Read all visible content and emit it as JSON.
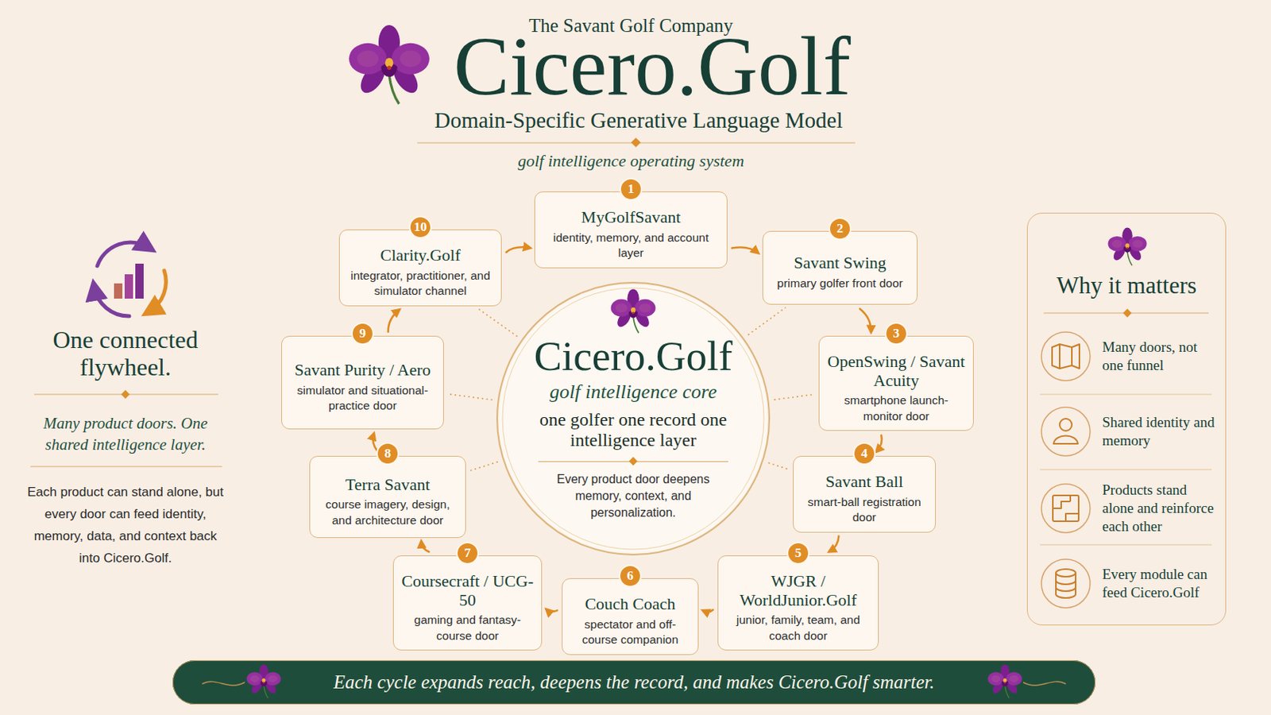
{
  "diagram": {
    "title": "Cicero.Golf",
    "nodes": [
      {
        "text": [
          "MyGolfSavant",
          "identity, memory, and account layer"
        ]
      },
      {
        "text": [
          "Savant Swing",
          "primary golfer front door"
        ]
      },
      {
        "text": [
          "OpenSwing / Savant Acuity",
          "smartphone launch-monitor door"
        ]
      },
      {
        "text": [
          "Savant Ball",
          "smart-ball registration door"
        ]
      },
      {
        "text": [
          "WJGR / WorldJunior.Golf",
          "junior, family, team, and coach door"
        ]
      },
      {
        "text": [
          "Couch Coach",
          "spectator and off-course companion"
        ]
      },
      {
        "text": [
          "Coursecraft / UCG-50",
          "gaming and fantasy-course door"
        ]
      },
      {
        "text": [
          "Terra Savant",
          "course imagery, design, and architecture door"
        ]
      },
      {
        "text": [
          "Savant Purity / Aero",
          "simulator and situational-practice door"
        ]
      },
      {
        "text": [
          "Clarity.Golf",
          "integrator, practitioner, and simulator channel"
        ]
      },
      {
        "text": [
          "Cicero.Golf",
          "golf intelligence core",
          "one golfer one record one intelligence layer",
          "Every product door deepens memory, context, and personalization."
        ]
      },
      {
        "text": [
          "Why it matters",
          "Many doors, not one funnel",
          "Shared identity and memory",
          "Products stand alone and reinforce each other",
          "Every module can feed Cicero.Golf"
        ]
      },
      {
        "text": [
          "Each cycle expands reach, deepens the record, and makes Cicero.Golf smarter."
        ]
      }
    ],
    "edges": [
      {
        "from": 0,
        "to": 1,
        "arrow": "to"
      },
      {
        "from": 1,
        "to": 2,
        "arrow": "to"
      },
      {
        "from": 2,
        "to": 3,
        "arrow": "to"
      },
      {
        "from": 3,
        "to": 4,
        "arrow": "to"
      },
      {
        "from": 4,
        "to": 5,
        "arrow": "to"
      },
      {
        "from": 5,
        "to": 6,
        "arrow": "to"
      },
      {
        "from": 6,
        "to": 7,
        "arrow": "to"
      },
      {
        "from": 7,
        "to": 8,
        "arrow": "to"
      },
      {
        "from": 8,
        "to": 9,
        "arrow": "to"
      },
      {
        "from": 9,
        "to": 0,
        "arrow": "to"
      },
      {
        "from": 10,
        "to": 9,
        "arrow": "none"
      },
      {
        "from": 10,
        "to": 1,
        "arrow": "none"
      },
      {
        "from": 10,
        "to": 2,
        "arrow": "none"
      },
      {
        "from": 10,
        "to": 3,
        "arrow": "none"
      },
      {
        "from": 10,
        "to": 8,
        "arrow": "none"
      },
      {
        "from": 10,
        "to": 7,
        "arrow": "none"
      }
    ],
    "labels": [
      "The Savant Golf Company",
      "Domain-Specific Generative Language Model",
      "golf intelligence operating system",
      "1",
      "2",
      "3",
      "4",
      "5",
      "6",
      "7",
      "8",
      "9",
      "10",
      "One connected flywheel.",
      "Many product doors. One shared intelligence layer.",
      "Each product can stand alone, but every door can feed identity, memory, data, and context back into Cicero.Golf."
    ]
  }
}
